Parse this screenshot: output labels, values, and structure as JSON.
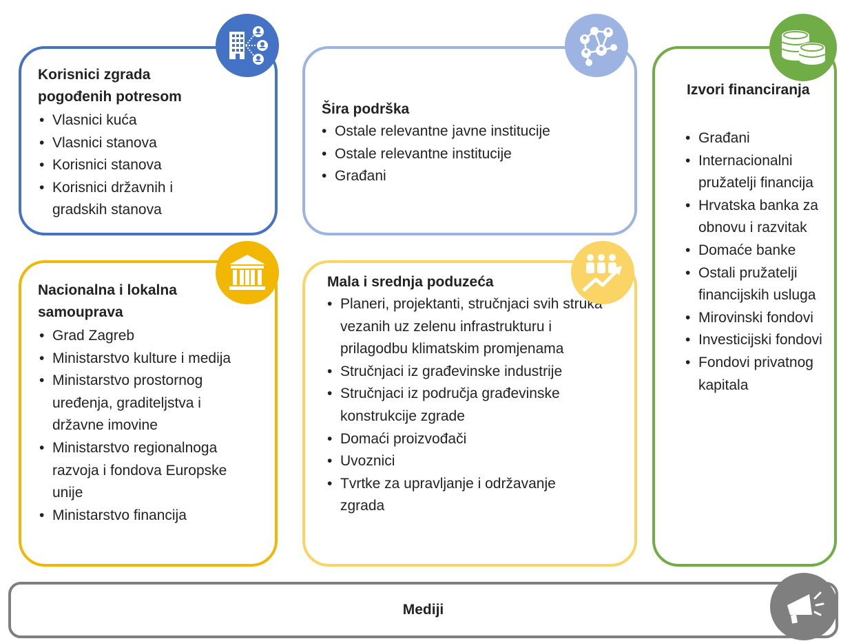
{
  "cards": {
    "users": {
      "title": "Korisnici zgrada pogođenih potresom",
      "items": [
        "Vlasnici kuća",
        "Vlasnici stanova",
        "Korisnici stanova",
        "Korisnici državnih i gradskih stanova"
      ],
      "color": "#4472c4",
      "icon": "building-people-icon"
    },
    "support": {
      "title": "Šira podrška",
      "items": [
        "Ostale relevantne javne institucije",
        "Ostale relevantne institucije",
        "Građani"
      ],
      "color": "#9db4e2",
      "icon": "network-people-icon"
    },
    "government": {
      "title": "Nacionalna i lokalna samouprava",
      "items": [
        "Grad Zagreb",
        "Ministarstvo kulture i medija",
        "Ministarstvo prostornog uređenja, graditeljstva i državne imovine",
        "Ministarstvo regionalnoga razvoja i fondova Europske unije",
        "Ministarstvo financija"
      ],
      "color": "#f2b705",
      "icon": "institution-icon"
    },
    "sme": {
      "title": "Mala i srednja poduzeća",
      "items": [
        "Planeri, projektanti, stručnjaci svih struka vezanih uz zelenu infrastrukturu i prilagodbu klimatskim promjenama",
        "Stručnjaci iz građevinske industrije",
        "Stručnjaci iz područja građevinske konstrukcije zgrade",
        "Domaći proizvođači",
        "Uvoznici",
        "Tvrtke za upravljanje i održavanje zgrada"
      ],
      "color": "#fad565",
      "icon": "people-growth-icon"
    },
    "finance": {
      "title": "Izvori financiranja",
      "items": [
        "Građani",
        "Internacionalni pružatelji financija",
        "Hrvatska banka za obnovu i razvitak",
        "Domaće banke",
        "Ostali pružatelji financijskih usluga",
        "Mirovinski fondovi",
        "Investicijski fondovi",
        "Fondovi privatnog kapitala"
      ],
      "color": "#70ad47",
      "icon": "coins-icon"
    },
    "media": {
      "title": "Mediji",
      "color": "#7f7f7f",
      "icon": "megaphone-icon"
    }
  }
}
